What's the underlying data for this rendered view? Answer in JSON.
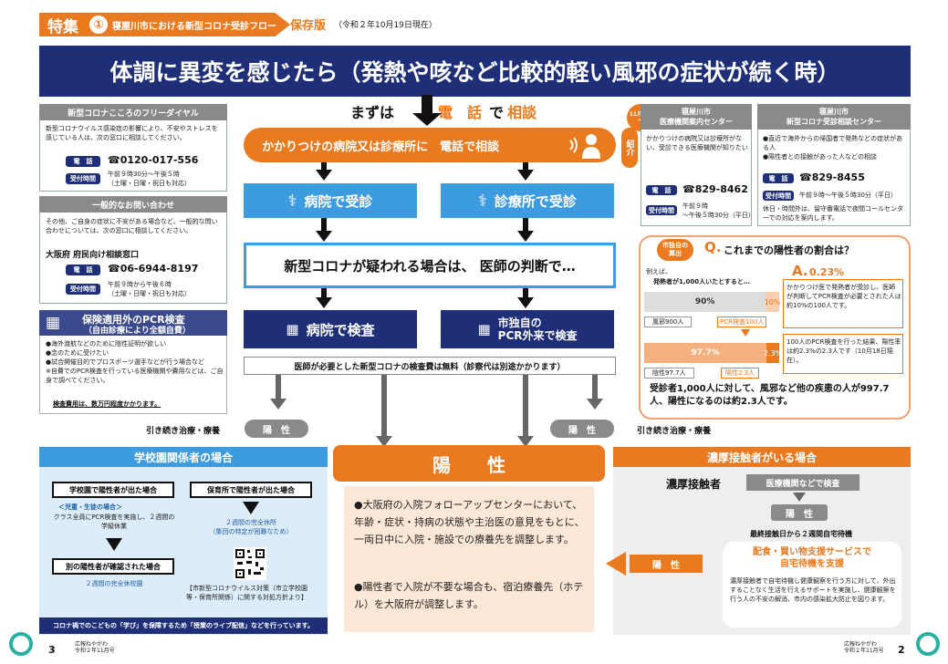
{
  "header": {
    "tag": "特集",
    "num": "①",
    "title": "寝屋川市における新型コロナ受診フロー",
    "save": "保存版",
    "date": "（令和２年10月19日現在）"
  },
  "banner": "体調に異変を感じたら（発熱や咳など比較的軽い風邪の症状が続く時）",
  "first": {
    "pre": "まずは",
    "phone": "電　話",
    "de": "で",
    "consult": "相談"
  },
  "doctor_box": "かかりつけの病院又は診療所に　電話で相談",
  "shoukai": "紹介",
  "hospital_visit": "病院で受診",
  "clinic_visit": "診療所で受診",
  "suspect": "新型コロナが疑われる場合は、 医師の判断で…",
  "hospital_test": "病院で検査",
  "city_test": "市独自の\nPCR外来で検査",
  "free_note": "医師が必要とした新型コロナの検査費は無料（診察代は別途かかります）",
  "continue_left": "引き続き治療・療養",
  "continue_right": "引き続き治療・療養",
  "yosei_small": "陽　性",
  "yosei_big": "陽　　性",
  "left": {
    "kokoro": {
      "title": "新型コロナこころのフリーダイヤル",
      "body": "新型コロナウイルス感染症の影響により、不安やストレスを感じている人は、次の窓口に相談してください。",
      "tel_label": "電　話",
      "tel": "☎0120-017-556",
      "hours_label": "受付時間",
      "hours": "午前９時30分～午後５時\n（土曜・日曜・祝日も対応）"
    },
    "general": {
      "title": "一般的なお問い合わせ",
      "body": "その他、ご自身の症状に不安がある場合など、一般的な問い合わせについては、次の窓口に相談してください。",
      "org": "大阪府 府民向け相談窓口",
      "tel_label": "電　話",
      "tel": "☎06-6944-8197",
      "hours_label": "受付時間",
      "hours": "午前９時から午後６時\n（土曜・日曜・祝日も対応）"
    },
    "pcr": {
      "title": "保険適用外のPCR検査",
      "subtitle": "（自由診療により全額自費）",
      "items": [
        "●海外渡航などのために陰性証明が欲しい",
        "●念のために受けたい",
        "●試合開催目的でプロスポーツ選手などが行う場合など"
      ],
      "note": "※自費でのPCR検査を行っている医療機関や費用などは、ご自身で調べてください。",
      "cost": "検査費用は、数万円程度かかります。"
    }
  },
  "right": {
    "guide": {
      "date": "11月1日～",
      "title": "寝屋川市\n医療機関案内センター",
      "body": "かかりつけの病院又は診療所がない、受診できる医療機関が知りたい",
      "tel_label": "電　話",
      "tel": "☎829-8462",
      "hours_label": "受付時間",
      "hours": "午前９時\n～午後５時30分（平日）"
    },
    "center": {
      "title": "寝屋川市\n新型コロナ受診相談センター",
      "items": [
        "●直近で海外からの帰国者で発熱などの症状がある人",
        "●陽性者との接触があった人などの相談"
      ],
      "tel_label": "電　話",
      "tel": "☎829-8455",
      "hours_label": "受付時間",
      "hours": "午前９時～午後５時30分（平日）",
      "note": "休日・時間外は、留守番電話で夜間コールセンターでの対応を案内します。"
    },
    "ratio": {
      "badge": "市独自の\n算出",
      "q": "Q.",
      "question": "これまでの陽性者の割合は？",
      "example1": "例えば、",
      "example2": "発熱者が1,000人いたとすると…",
      "a": "A.",
      "answer": "0.23%",
      "bar1_left": "90%",
      "bar1_right": "10%",
      "label_cold": "風邪900人",
      "label_pcr": "PCR検査100人",
      "desc1": "かかりつけ医で発熱者が受診し、医師が判断してPCR検査が必要とされた人は約10%の100人です。",
      "bar2_left": "97.7%",
      "bar2_right": "2.3%",
      "label_neg": "陰性97.7人",
      "label_pos": "陽性2.3人",
      "desc2": "100人のPCR検査を行った結果、陽性率は約2.3%の2.3人です（10月18日現在）。",
      "summary": "受診者1,000人に対して、風邪など他の疾患の人が997.7人、陽性になるのは約2.3人です。"
    }
  },
  "school": {
    "title": "学校園関係者の場合",
    "case1": "学校園で陽性者が出た場合",
    "case1_sub": "＜児童・生徒の場合＞",
    "case1_body": "クラス全員にPCR検査を実施し、２週間の学級休業",
    "case2": "別の陽性者が確認された場合",
    "case2_body": "２週間の完全休校園",
    "case3": "保育所で陽性者が出た場合",
    "case3_body": "２週間の完全休所\n（集団の特定が困難なため）",
    "qr_note": "【市新型コロナウイルス対策（市立学校園等・保育所関係）に関する対処方針より】",
    "footer": "コロナ禍でのこどもの「学び」を保障するため「授業のライブ配信」などを行っています。"
  },
  "center_info": {
    "col1a": "●大阪府の入院フォローアップセンターにおいて、年齢・症状・持病の状態や主治医の意見をもとに、一両日中に入院・施設での療養先を調整します。",
    "col1b": "●陽性者で入院が不要な場合も、宿泊療養先（ホテル）を大阪府が調整します。"
  },
  "contact": {
    "title": "濃厚接触者がいる場合",
    "person": "濃厚接触者",
    "test": "医療機関などで検査",
    "yosei": "陽　性",
    "wait": "最終接触日から２週間自宅待機",
    "support_title": "配食・買い物支援サービスで\n自宅待機を支援",
    "support_body": "濃厚接触者で自宅待機し健康観察を行う方に対して、外出することなく生活を行えるサポートを実施し、健康観察を行う人の不安の解消、市内の感染拡大防止を図ります。",
    "yosei_left": "陽　性"
  },
  "footer": {
    "left_page": "3",
    "left_mag": "広報ねやがわ\n令和２年11月号",
    "right_mag": "広報ねやがわ\n令和２年11月号",
    "right_page": "2"
  }
}
